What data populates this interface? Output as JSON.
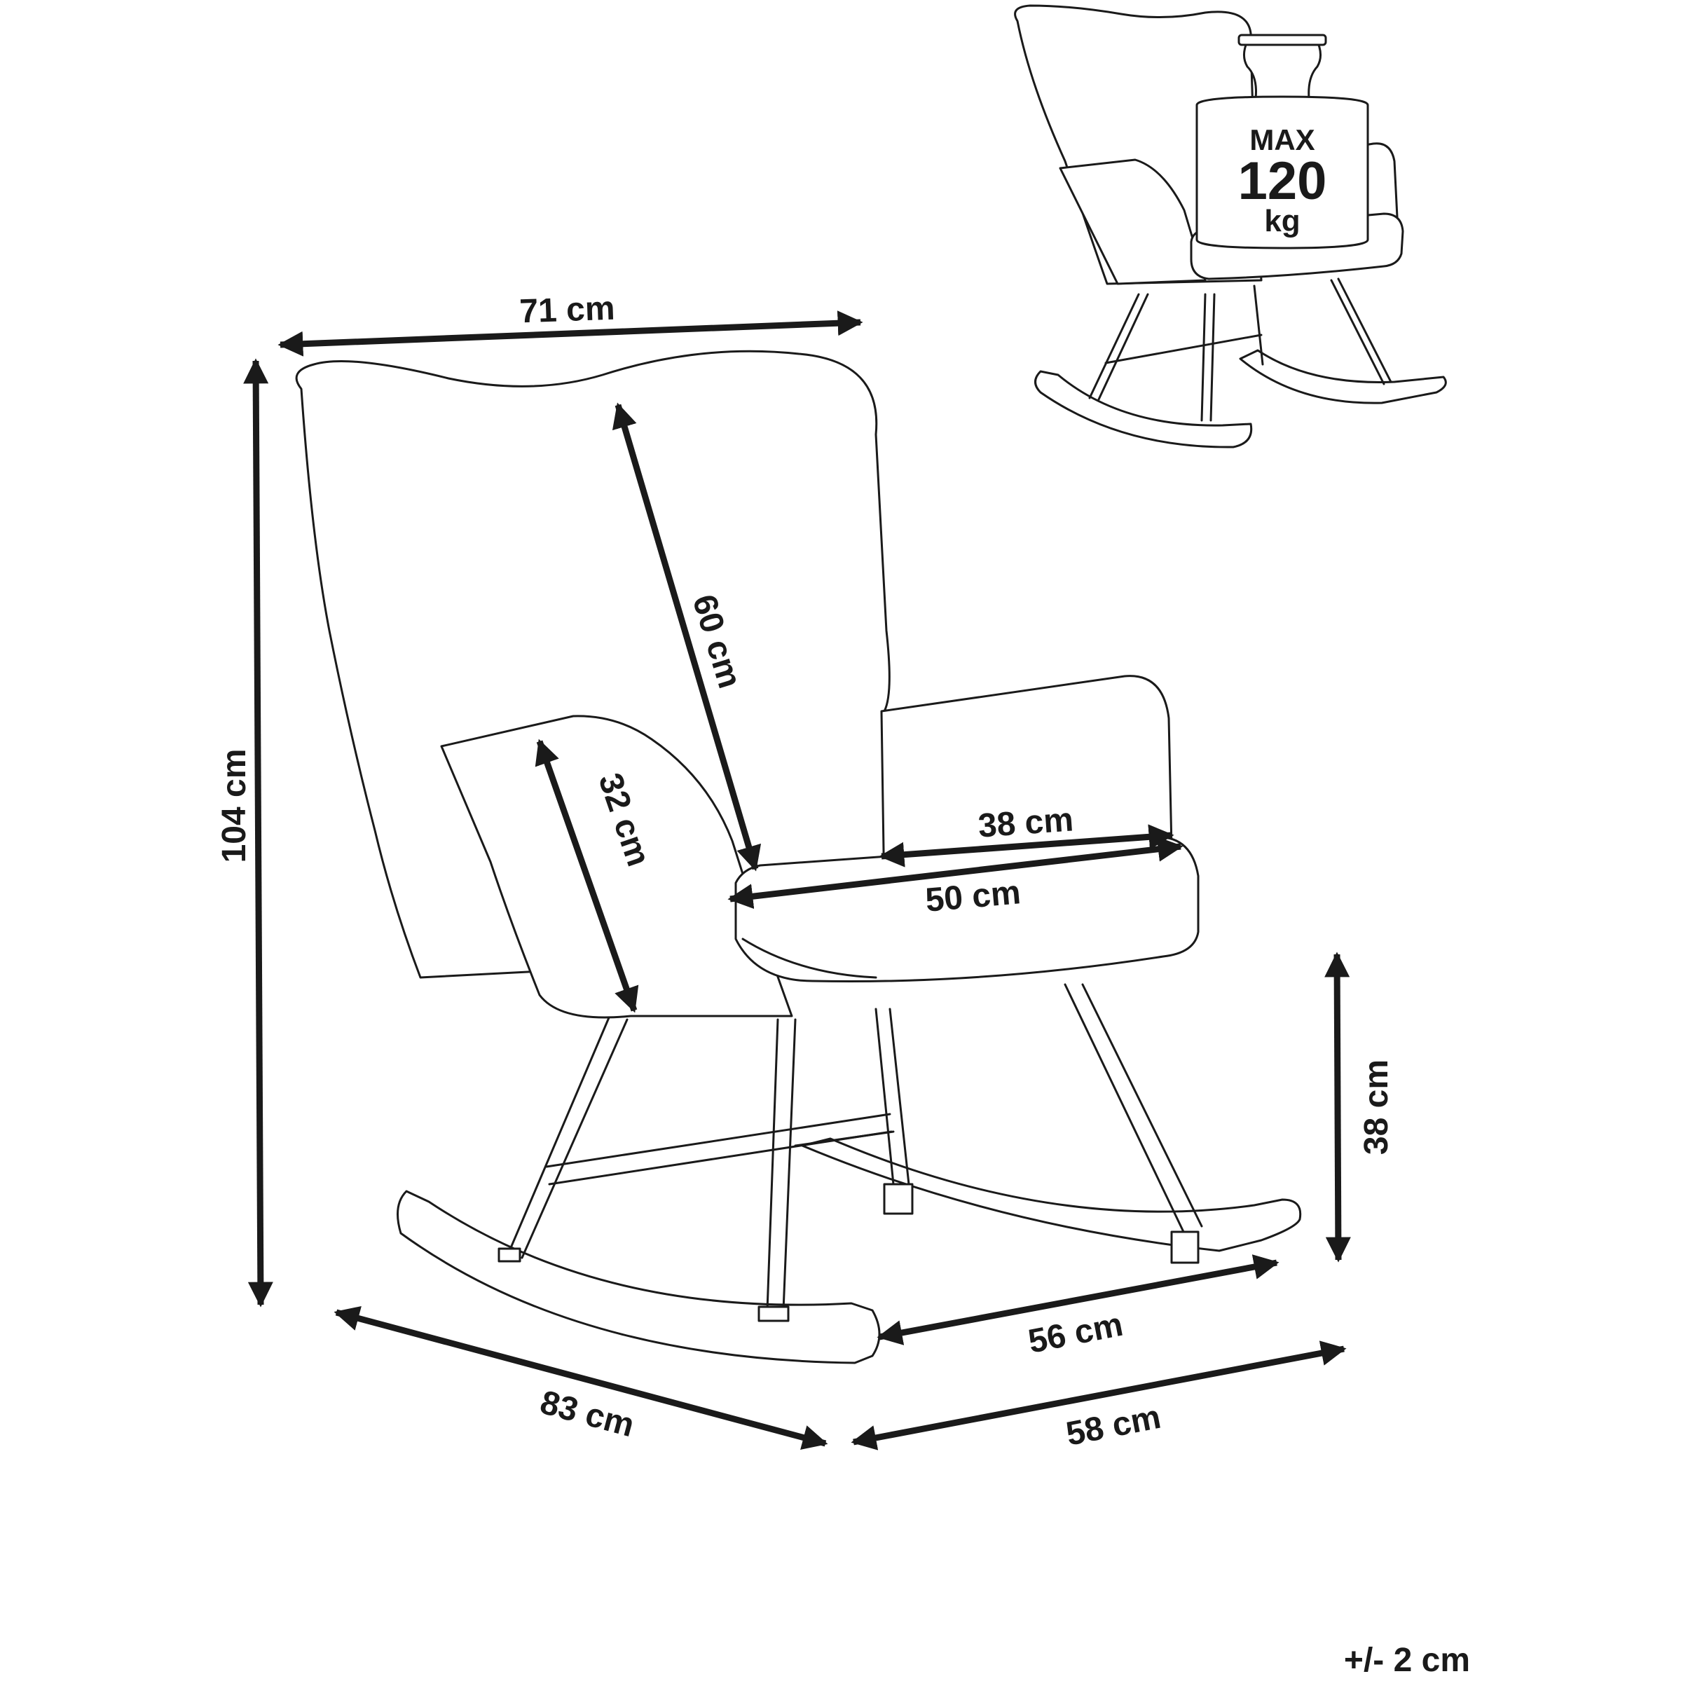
{
  "dimensions": {
    "width_top": "71 cm",
    "height_total": "104 cm",
    "backrest_height": "60 cm",
    "armrest_height": "32 cm",
    "seat_depth": "38 cm",
    "seat_width": "50 cm",
    "seat_height": "38 cm",
    "rocker_width": "56 cm",
    "depth_total": "83 cm",
    "base_width": "58 cm"
  },
  "load_badge": {
    "line1": "MAX",
    "line2": "120",
    "line3": "kg"
  },
  "tolerance": "+/- 2 cm"
}
